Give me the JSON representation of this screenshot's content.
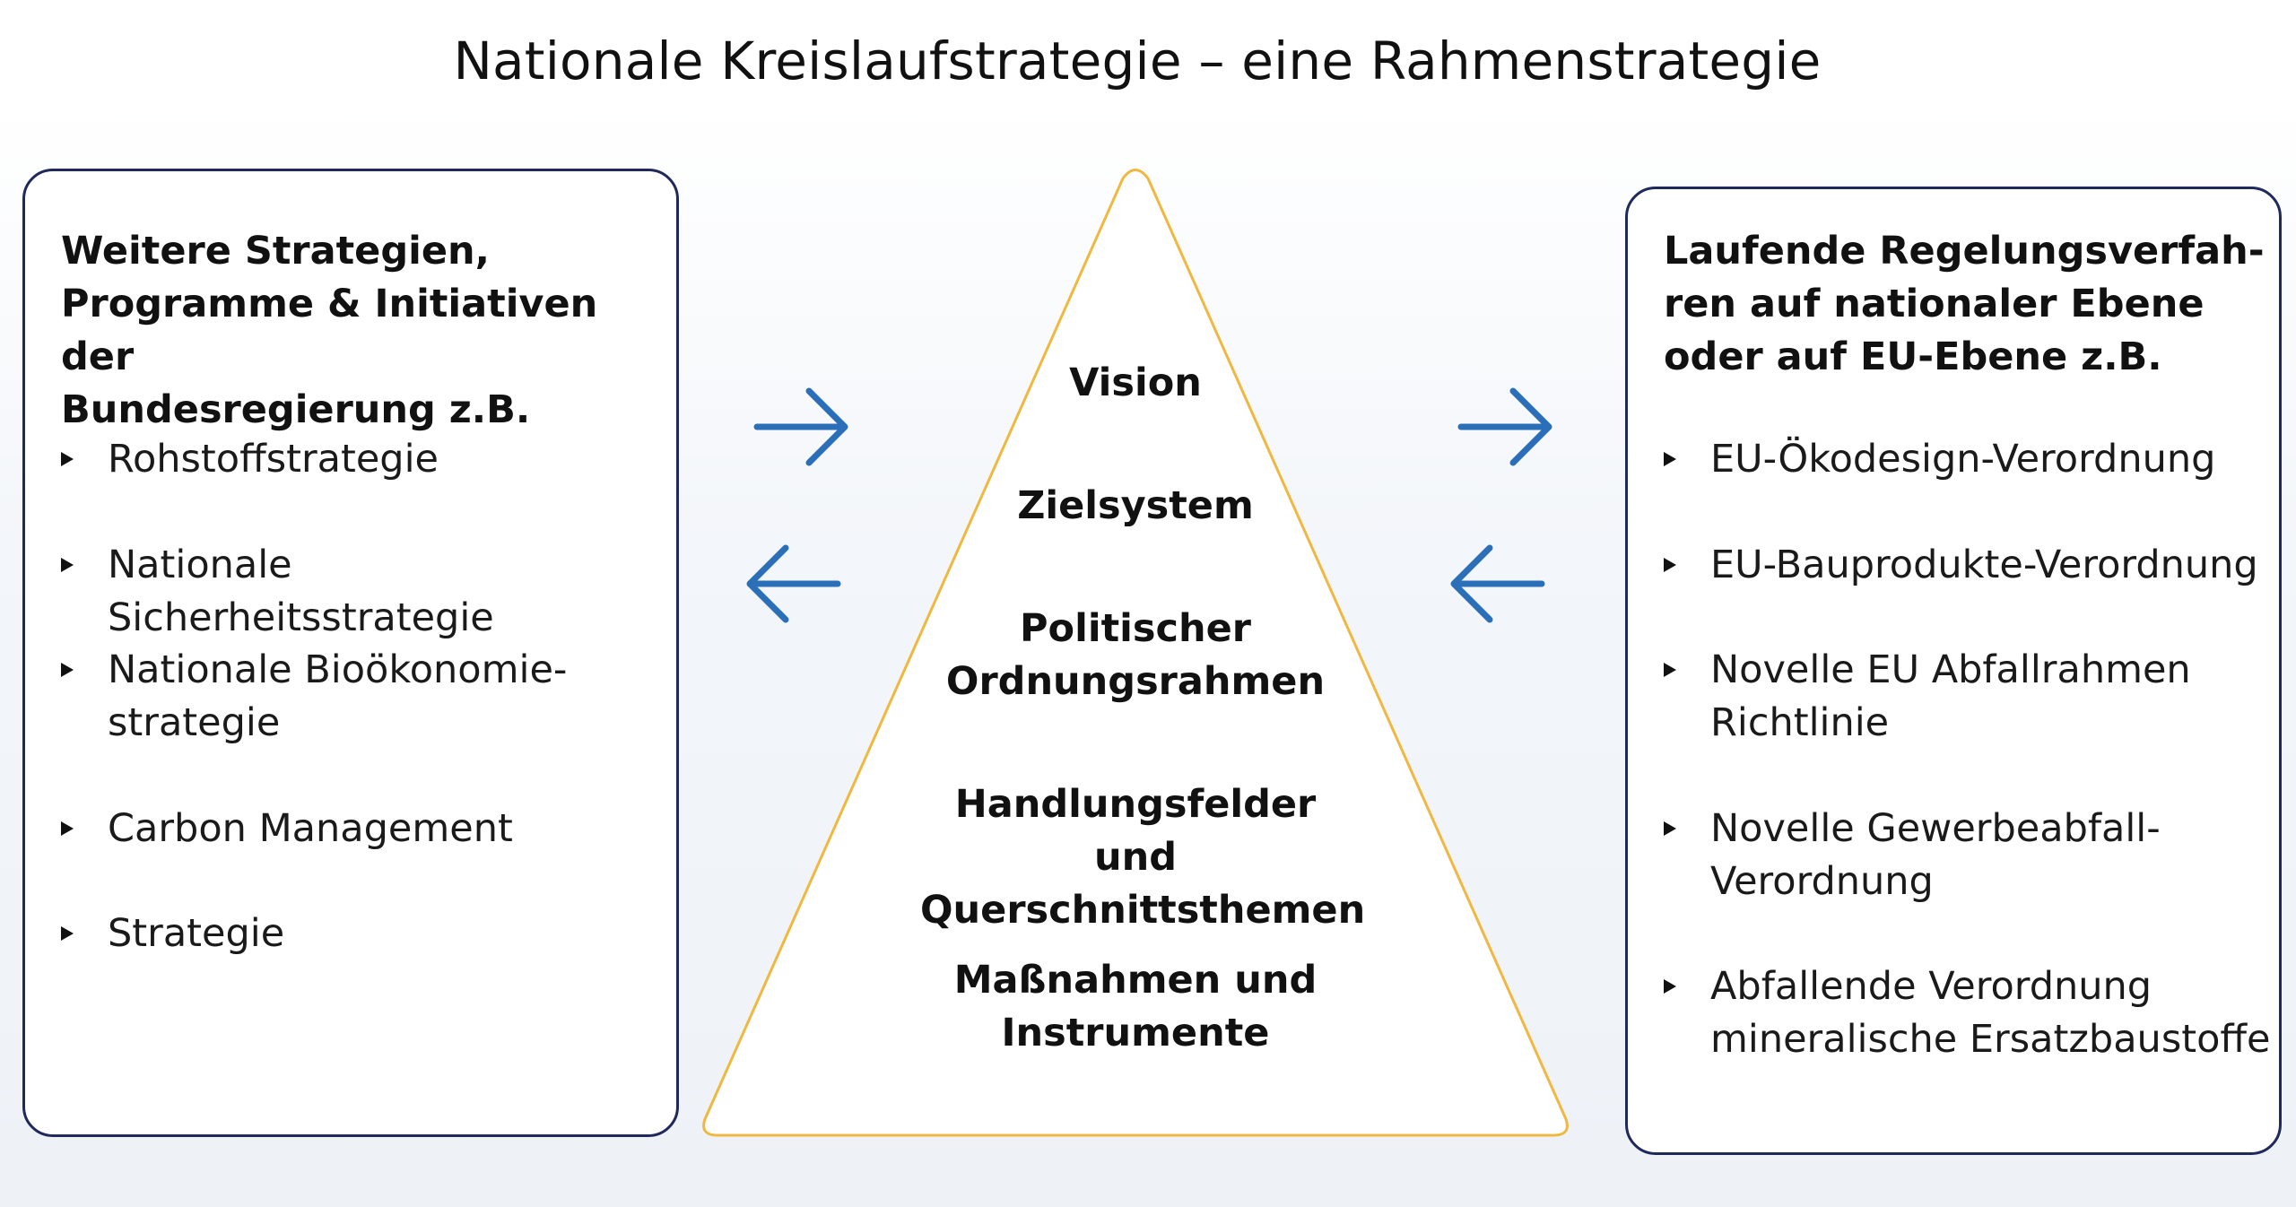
{
  "title": "Nationale Kreislaufstrategie – eine Rahmenstrategie",
  "left_panel": {
    "heading_lines": [
      "Weitere Strategien,",
      "Programme & Initiativen der",
      "Bundesregierung z.B."
    ],
    "items": [
      {
        "lines": [
          "Rohstoffstrategie"
        ]
      },
      {
        "lines": [
          "Nationale Sicherheitsstrategie"
        ]
      },
      {
        "lines": [
          "Nationale Bioökonomie-",
          "strategie"
        ]
      },
      {
        "lines": [
          "Carbon Management"
        ]
      },
      {
        "lines": [
          "Strategie"
        ]
      }
    ]
  },
  "pyramid": {
    "levels": [
      {
        "lines": [
          "Vision"
        ]
      },
      {
        "lines": [
          "Zielsystem"
        ]
      },
      {
        "lines": [
          "Politischer",
          "Ordnungsrahmen"
        ]
      },
      {
        "lines": [
          "Handlungsfelder und",
          "Querschnittsthemen"
        ]
      },
      {
        "lines": [
          "Maßnahmen und",
          "Instrumente"
        ]
      }
    ],
    "outline_color": "#f0b840"
  },
  "right_panel": {
    "heading_lines": [
      "Laufende Regelungsverfah-",
      "ren auf nationaler Ebene",
      "oder auf EU-Ebene z.B."
    ],
    "items": [
      {
        "lines": [
          "EU-Ökodesign-Verordnung"
        ]
      },
      {
        "lines": [
          "EU-Bauprodukte-Verordnung"
        ]
      },
      {
        "lines": [
          "Novelle EU Abfallrahmen",
          "Richtlinie"
        ]
      },
      {
        "lines": [
          "Novelle Gewerbeabfall-",
          "Verordnung"
        ]
      },
      {
        "lines": [
          "Abfallende Verordnung",
          "mineralische Ersatzbaustoffe"
        ]
      }
    ]
  },
  "colors": {
    "arrow": "#2a6fb8",
    "panel_border": "#1f2a5a"
  },
  "icons": [
    "arrow-right-icon",
    "arrow-left-icon",
    "triangle-bullet-icon"
  ]
}
